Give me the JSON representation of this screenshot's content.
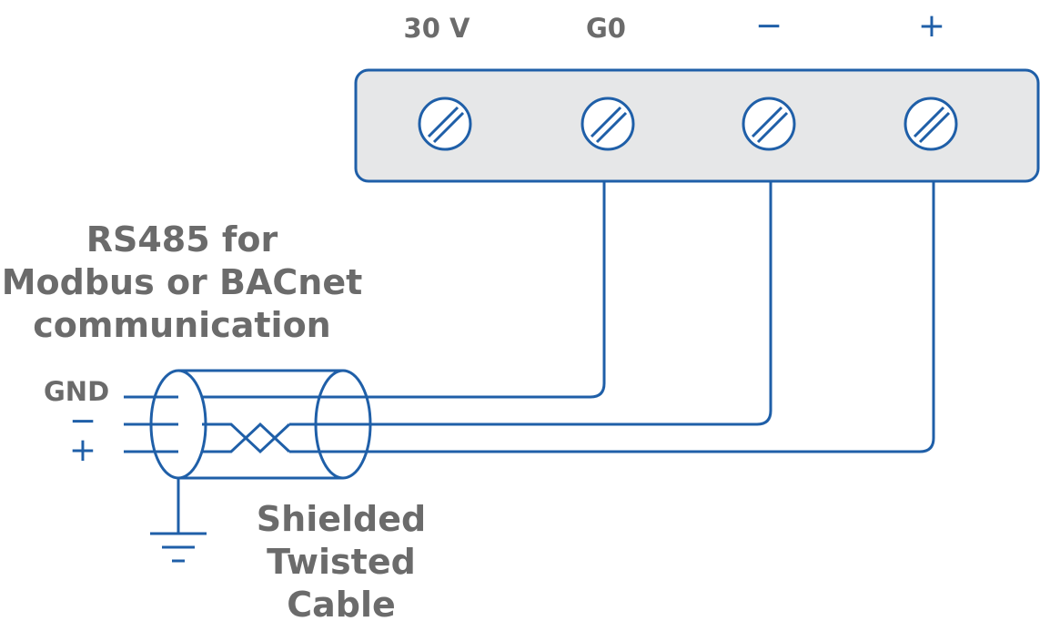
{
  "terminal_block": {
    "labels": [
      "30 V",
      "G0",
      "−",
      "+"
    ]
  },
  "rs485_label": {
    "line1": "RS485 for",
    "line2": "Modbus or BACnet",
    "line3": "communication"
  },
  "cable_label": {
    "line1": "Shielded",
    "line2": "Twisted",
    "line3": "Cable"
  },
  "wire_labels": {
    "gnd": "GND",
    "minus": "−",
    "plus": "+"
  },
  "colors": {
    "wire": "#1f5fa8",
    "text": "#6b6b6b",
    "block_fill": "#e6e7e8"
  },
  "icons": [
    "screw-terminal-icon",
    "ground-symbol-icon"
  ]
}
